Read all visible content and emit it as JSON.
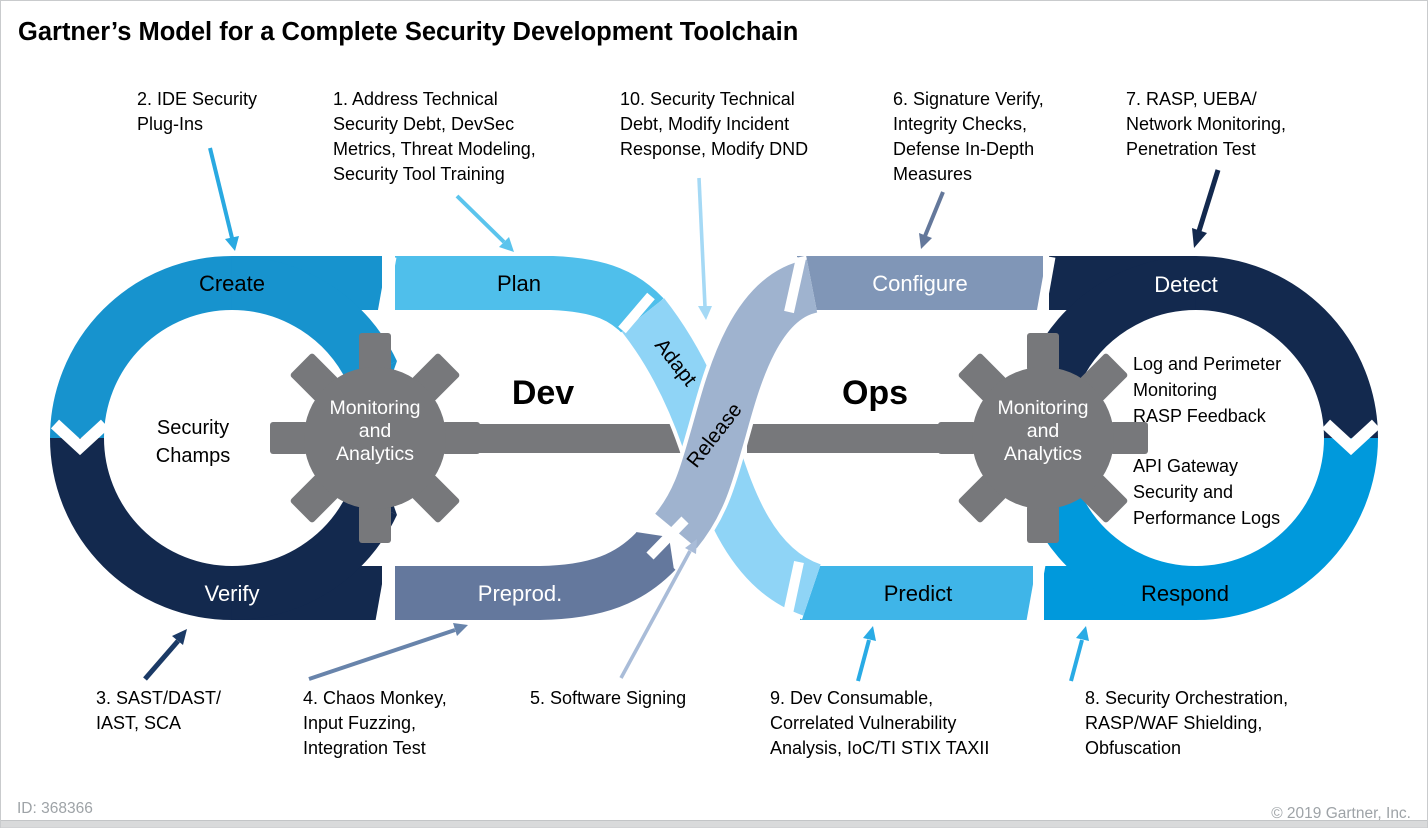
{
  "title": "Gartner’s Model for a Complete Security Development Toolchain",
  "footer": {
    "doc_id": "ID: 368366",
    "copyright": "© 2019 Gartner, Inc."
  },
  "diagram": {
    "dev_label": "Dev",
    "ops_label": "Ops",
    "segments": {
      "create": "Create",
      "plan": "Plan",
      "verify": "Verify",
      "preprod": "Preprod.",
      "adapt": "Adapt",
      "release": "Release",
      "configure": "Configure",
      "detect": "Detect",
      "predict": "Predict",
      "respond": "Respond"
    },
    "gear_lines": [
      "Monitoring",
      "and",
      "Analytics"
    ],
    "left_inner_lines": [
      "Security",
      "Champs"
    ],
    "right_inner_top_lines": [
      "Log and Perimeter",
      "Monitoring",
      "RASP Feedback"
    ],
    "right_inner_bottom_lines": [
      "API Gateway",
      "Security and",
      "Performance Logs"
    ]
  },
  "annotations": [
    {
      "num": "1",
      "lines": [
        "1. Address Technical",
        "Security Debt, DevSec",
        "Metrics, Threat Modeling,",
        "Security Tool Training"
      ]
    },
    {
      "num": "2",
      "lines": [
        "2. IDE Security",
        "Plug-Ins"
      ]
    },
    {
      "num": "3",
      "lines": [
        "3. SAST/DAST/",
        "IAST, SCA"
      ]
    },
    {
      "num": "4",
      "lines": [
        "4. Chaos Monkey,",
        "Input Fuzzing,",
        "Integration Test"
      ]
    },
    {
      "num": "5",
      "lines": [
        "5. Software Signing"
      ]
    },
    {
      "num": "6",
      "lines": [
        "6. Signature Verify,",
        "Integrity Checks,",
        "Defense In-Depth",
        "Measures"
      ]
    },
    {
      "num": "7",
      "lines": [
        "7. RASP, UEBA/",
        "Network Monitoring,",
        "Penetration Test"
      ]
    },
    {
      "num": "8",
      "lines": [
        "8. Security Orchestration,",
        "RASP/WAF Shielding,",
        "Obfuscation"
      ]
    },
    {
      "num": "9",
      "lines": [
        "9. Dev Consumable,",
        "Correlated Vulnerability",
        "Analysis, IoC/TI STIX TAXII"
      ]
    },
    {
      "num": "10",
      "lines": [
        "10. Security Technical",
        "Debt, Modify Incident",
        "Response, Modify DND"
      ]
    }
  ],
  "colors": {
    "create": "#1793CE",
    "plan": "#4FBFEB",
    "verify": "#13294E",
    "preprod": "#64789D",
    "adapt": "#8FD4F6",
    "release": "#9FB3CF",
    "configure": "#8096B7",
    "detect": "#13294E",
    "predict": "#3FB5E8",
    "respond": "#0099DC",
    "gear": "#77787B",
    "arrow_1": "#5BC4ED",
    "arrow_2": "#29A9E1",
    "arrow_3": "#1B3A66",
    "arrow_4": "#6884AB",
    "arrow_5": "#A9BCD8",
    "arrow_6": "#64789B",
    "arrow_7": "#13294E",
    "arrow_8": "#29ABE5",
    "arrow_9": "#29ABE5",
    "arrow_10": "#A5D9F5"
  }
}
